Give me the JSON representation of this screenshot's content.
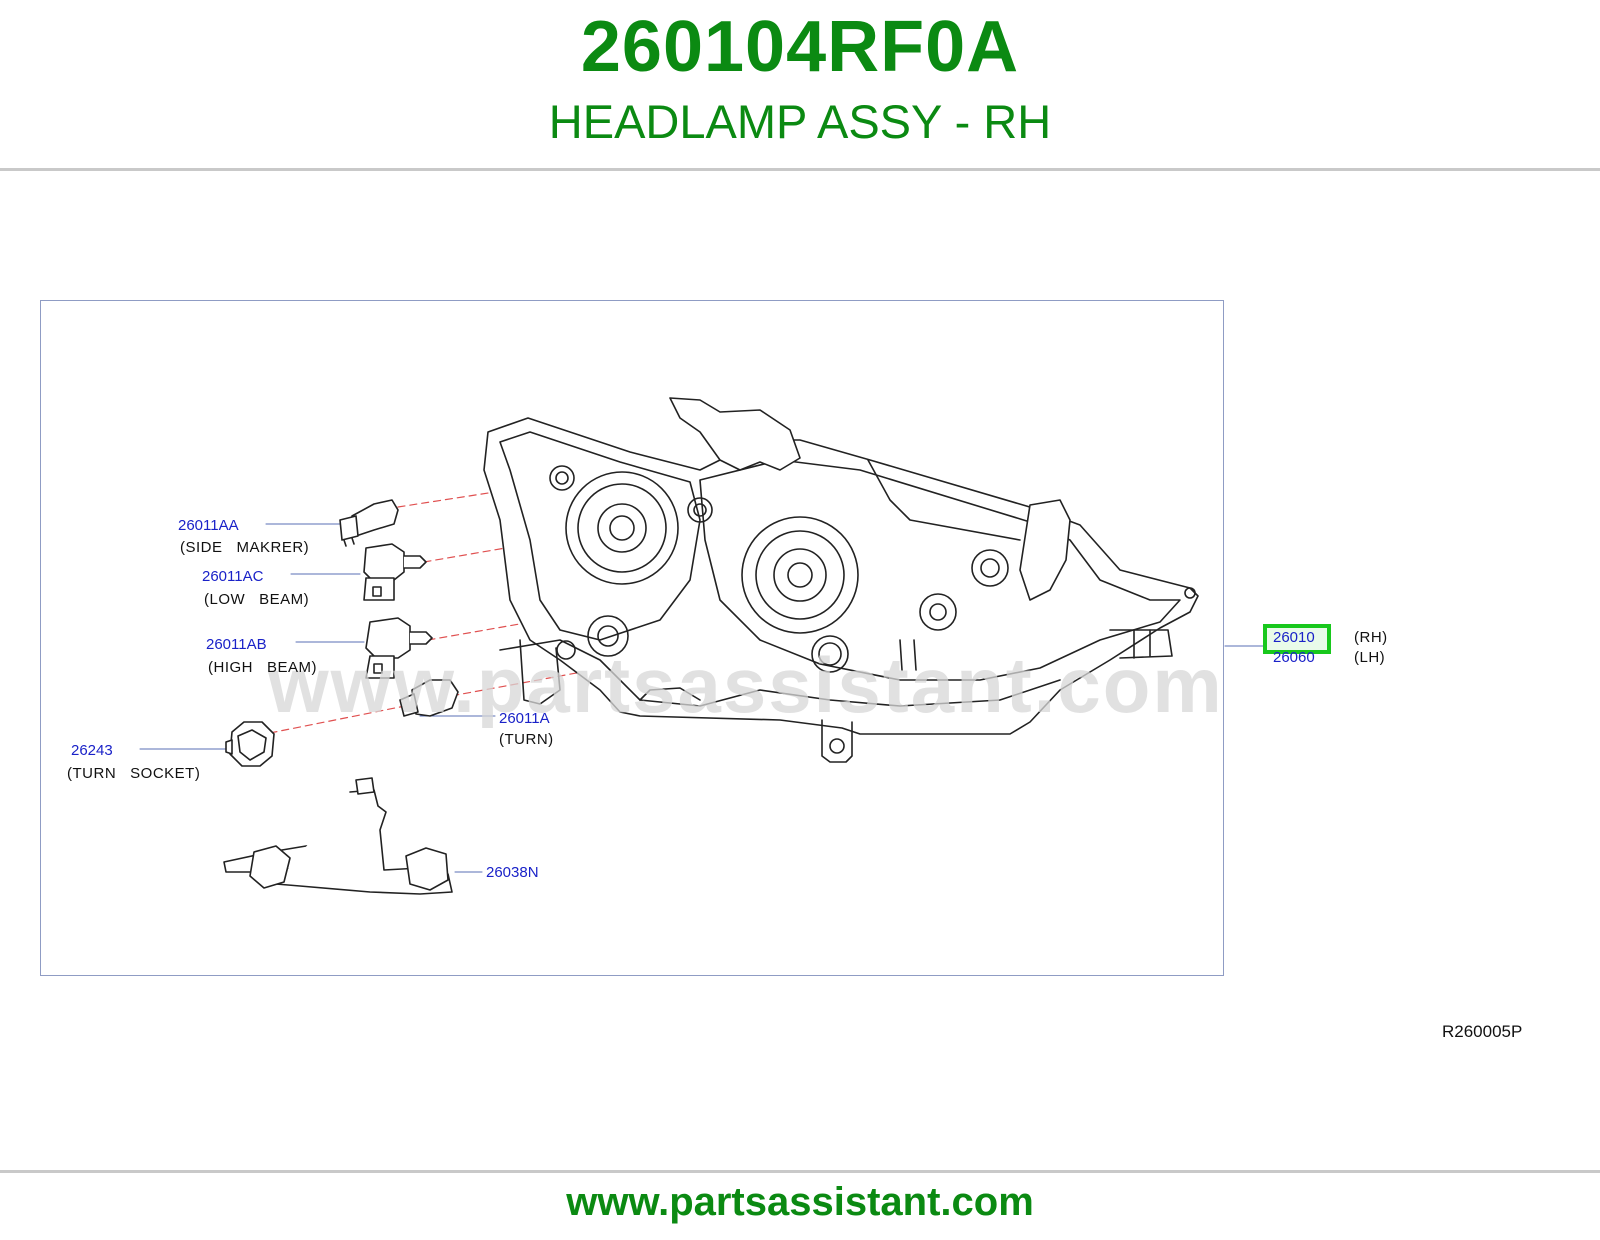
{
  "header": {
    "part_number": "260104RF0A",
    "part_title": "HEADLAMP ASSY - RH"
  },
  "callouts": {
    "side_marker": {
      "code": "26011AA",
      "desc": "(SIDE   MAKRER)"
    },
    "low_beam": {
      "code": "26011AC",
      "desc": "(LOW   BEAM)"
    },
    "high_beam": {
      "code": "26011AB",
      "desc": "(HIGH   BEAM)"
    },
    "turn": {
      "code": "26011A",
      "desc": "(TURN)"
    },
    "turn_socket": {
      "code": "26243",
      "desc": "(TURN   SOCKET)"
    },
    "harness": {
      "code": "26038N"
    },
    "assy_rh": {
      "code": "26010",
      "desc": "(RH)"
    },
    "assy_lh": {
      "code": "26060",
      "desc": "(LH)"
    }
  },
  "watermark": "www.partsassistant.com",
  "reference_code": "R260005P",
  "footer": {
    "url": "www.partsassistant.com"
  },
  "colors": {
    "brand_green": "#0b8a12",
    "callout_blue": "#1a22c8",
    "highlight_green": "#18c81c",
    "leader_red": "#e05050"
  }
}
